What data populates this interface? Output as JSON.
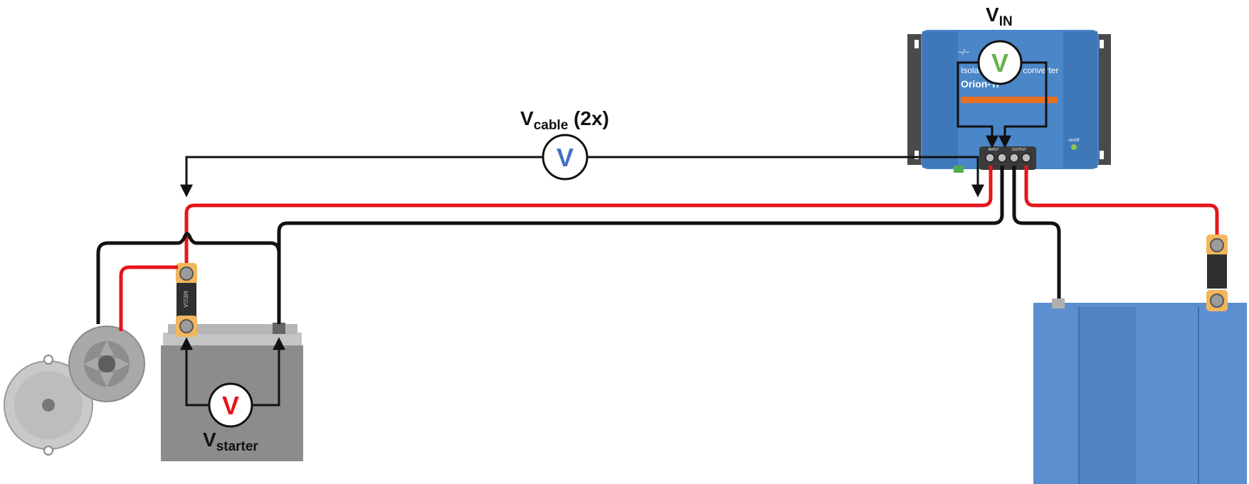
{
  "labels": {
    "vin_main": "V",
    "vin_sub": "IN",
    "vcable_main": "V",
    "vcable_sub": "cable",
    "vcable_suffix": " (2x)",
    "vstarter_main": "V",
    "vstarter_sub": "starter"
  },
  "meters": {
    "input_letter": "V",
    "cable_letter": "V",
    "starter_letter": "V"
  },
  "device": {
    "line1": "Isolated DC-DC converter",
    "line2": "Orion-Tr",
    "input_tag": "INPUT",
    "output_tag": "OUTPUT",
    "switch_tag": "on/off"
  },
  "fuse_label": "MEGA",
  "colors": {
    "positive": "#e8141b",
    "negative": "#111111",
    "device_blue": "#4a86c8",
    "battery_blue": "#5b8fd0",
    "meter_input": "#6ab04c",
    "meter_cable": "#4472c4",
    "meter_starter": "#e8141b",
    "fuse_orange": "#f2b65c",
    "starter_battery": "#8c8c8c"
  }
}
